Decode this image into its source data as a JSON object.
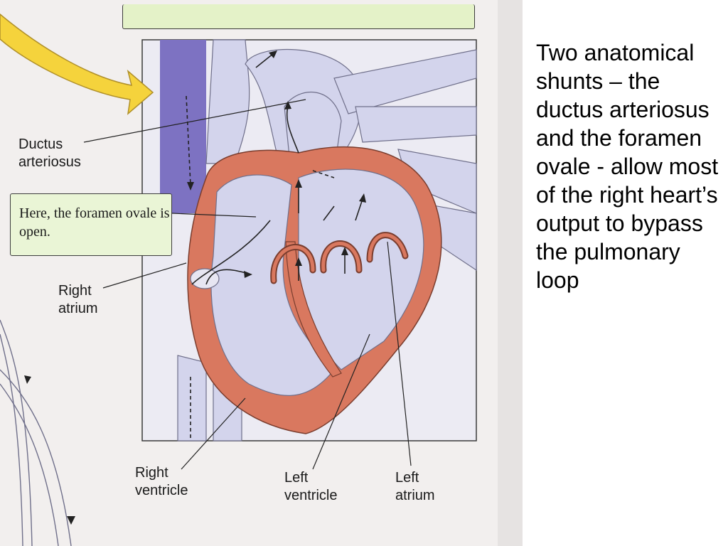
{
  "slide_text": "Two anatomical shunts – the ductus arteriosus and the foramen ovale - allow most of the right heart’s output to bypass the pulmonary loop",
  "diagram": {
    "callout_foramen": "Here, the foramen ovale is open.",
    "labels": {
      "ductus": [
        "Ductus",
        "arteriosus"
      ],
      "right_atrium": [
        "Right",
        "atrium"
      ],
      "right_ventricle": [
        "Right",
        "ventricle"
      ],
      "left_ventricle": [
        "Left",
        "ventricle"
      ],
      "left_atrium": [
        "Left",
        "atrium"
      ]
    },
    "colors": {
      "muscle": "#d9785f",
      "vessel_light": "#d2d3ec",
      "vessel_dark": "#7a6fc0",
      "arrow_yellow": "#f5d33c",
      "callout_bg": "#eaf5d6"
    }
  }
}
